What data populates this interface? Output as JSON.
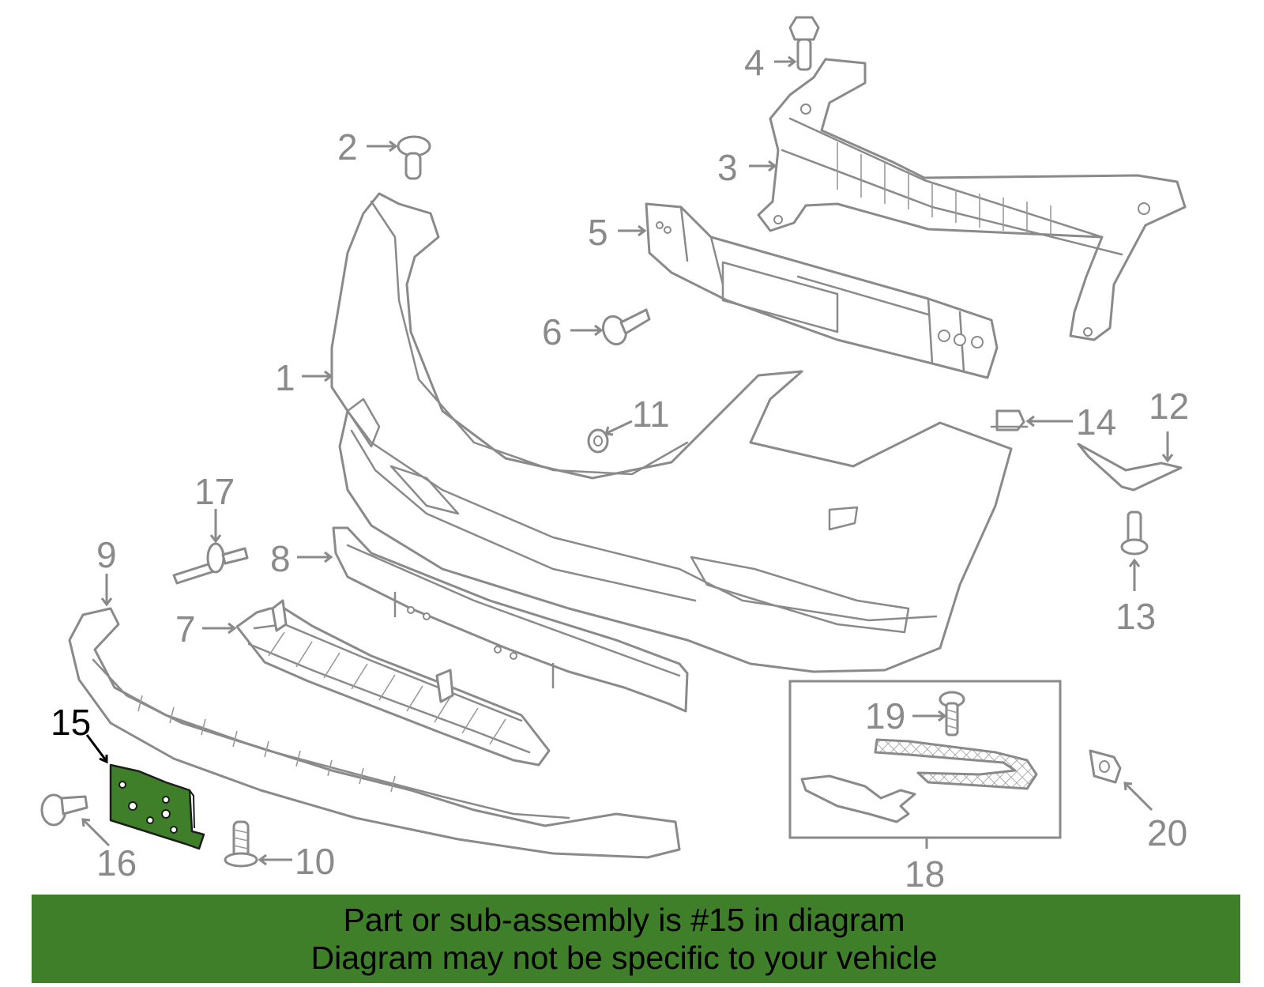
{
  "callouts": {
    "c1": "1",
    "c2": "2",
    "c3": "3",
    "c4": "4",
    "c5": "5",
    "c6": "6",
    "c7": "7",
    "c8": "8",
    "c9": "9",
    "c10": "10",
    "c11": "11",
    "c12": "12",
    "c13": "13",
    "c14": "14",
    "c15": "15",
    "c16": "16",
    "c17": "17",
    "c18": "18",
    "c19": "19",
    "c20": "20"
  },
  "highlighted_part": "15",
  "colors": {
    "highlight_fill": "#3f7f2a",
    "banner_background": "#3f7f2a",
    "line_art": "#8a8a8a"
  },
  "banner": {
    "line1": "Part or sub-assembly is #15 in diagram",
    "line2": "Diagram may not be specific to your vehicle"
  }
}
